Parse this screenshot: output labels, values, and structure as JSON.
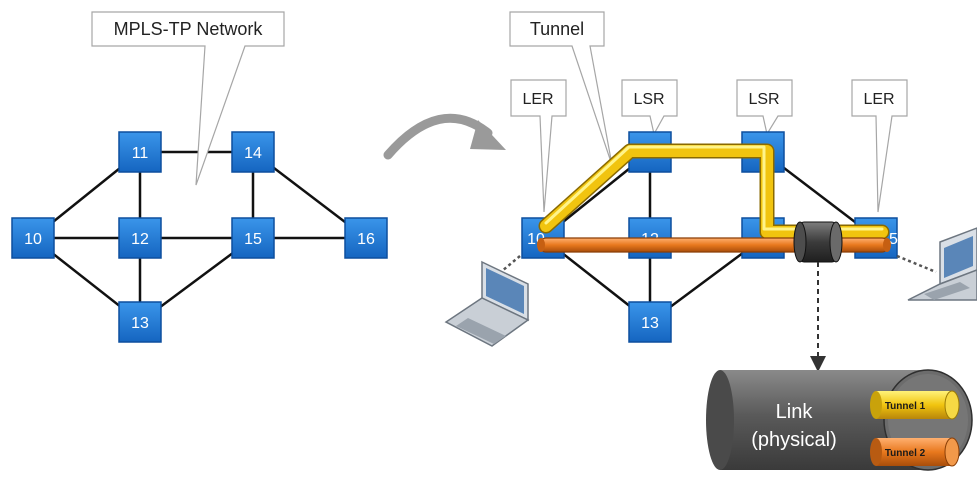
{
  "left_diagram": {
    "callout": "MPLS-TP Network",
    "nodes": [
      "10",
      "11",
      "12",
      "13",
      "14",
      "15",
      "16"
    ]
  },
  "right_diagram": {
    "tunnel_callout": "Tunnel",
    "role_labels": {
      "ler_left": "LER",
      "lsr_1": "LSR",
      "lsr_2": "LSR",
      "ler_right": "LER"
    },
    "nodes": {
      "n10": "10",
      "n12": "12",
      "n13": "13",
      "n15": "15"
    }
  },
  "link_detail": {
    "link_line1": "Link",
    "link_line2": "(physical)",
    "tunnel1": "Tunnel 1",
    "tunnel2": "Tunnel 2"
  },
  "colors": {
    "node_blue": "#1b7ad6",
    "tunnel_yellow": "#f1c40f",
    "tunnel_orange": "#e8781d",
    "link_gray": "#5a5a5a"
  }
}
